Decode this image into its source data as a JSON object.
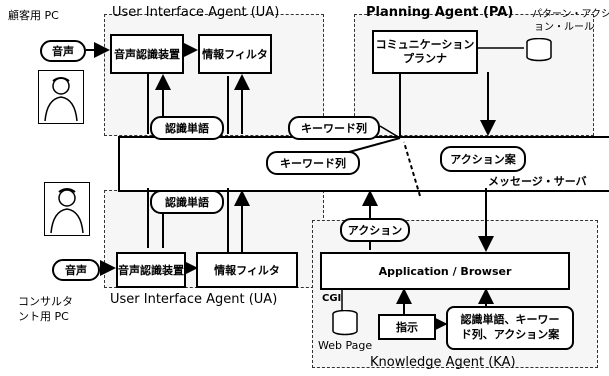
{
  "labels": {
    "customer_pc": "顧客用 PC",
    "consultant_pc_line1": "コンサルタ",
    "consultant_pc_line2": "ント用 PC",
    "ua_top": "User Interface Agent (UA)",
    "ua_bottom": "User Interface Agent (UA)",
    "pa": "Planning Agent (PA)",
    "ka": "Knowledge Agent (KA)",
    "pattern_line1": "パターン・アクシ",
    "pattern_line2": "ョン・ルール",
    "message_server": "メッセージ・サーバ",
    "cgi": "CGI",
    "web_page": "Web Page"
  },
  "nodes": {
    "voice_top": "音声",
    "voice_bottom": "音声",
    "speech_rec_top": "音声認識装置",
    "speech_rec_bottom": "音声認識装置",
    "info_filter_top": "情報フィルタ",
    "info_filter_bottom": "情報フィルタ",
    "planner_line1": "コミュニケーション",
    "planner_line2": "プランナ",
    "app_browser": "Application / Browser",
    "recognized_words_top": "認識単語",
    "recognized_words_bottom": "認識単語",
    "keywords_top": "キーワード列",
    "keywords_mid": "キーワード列",
    "action_plan": "アクション案",
    "action": "アクション",
    "instruction": "指示",
    "ka_data_line1": "認識単語、キーワー",
    "ka_data_line2": "ド列、アクション案"
  }
}
